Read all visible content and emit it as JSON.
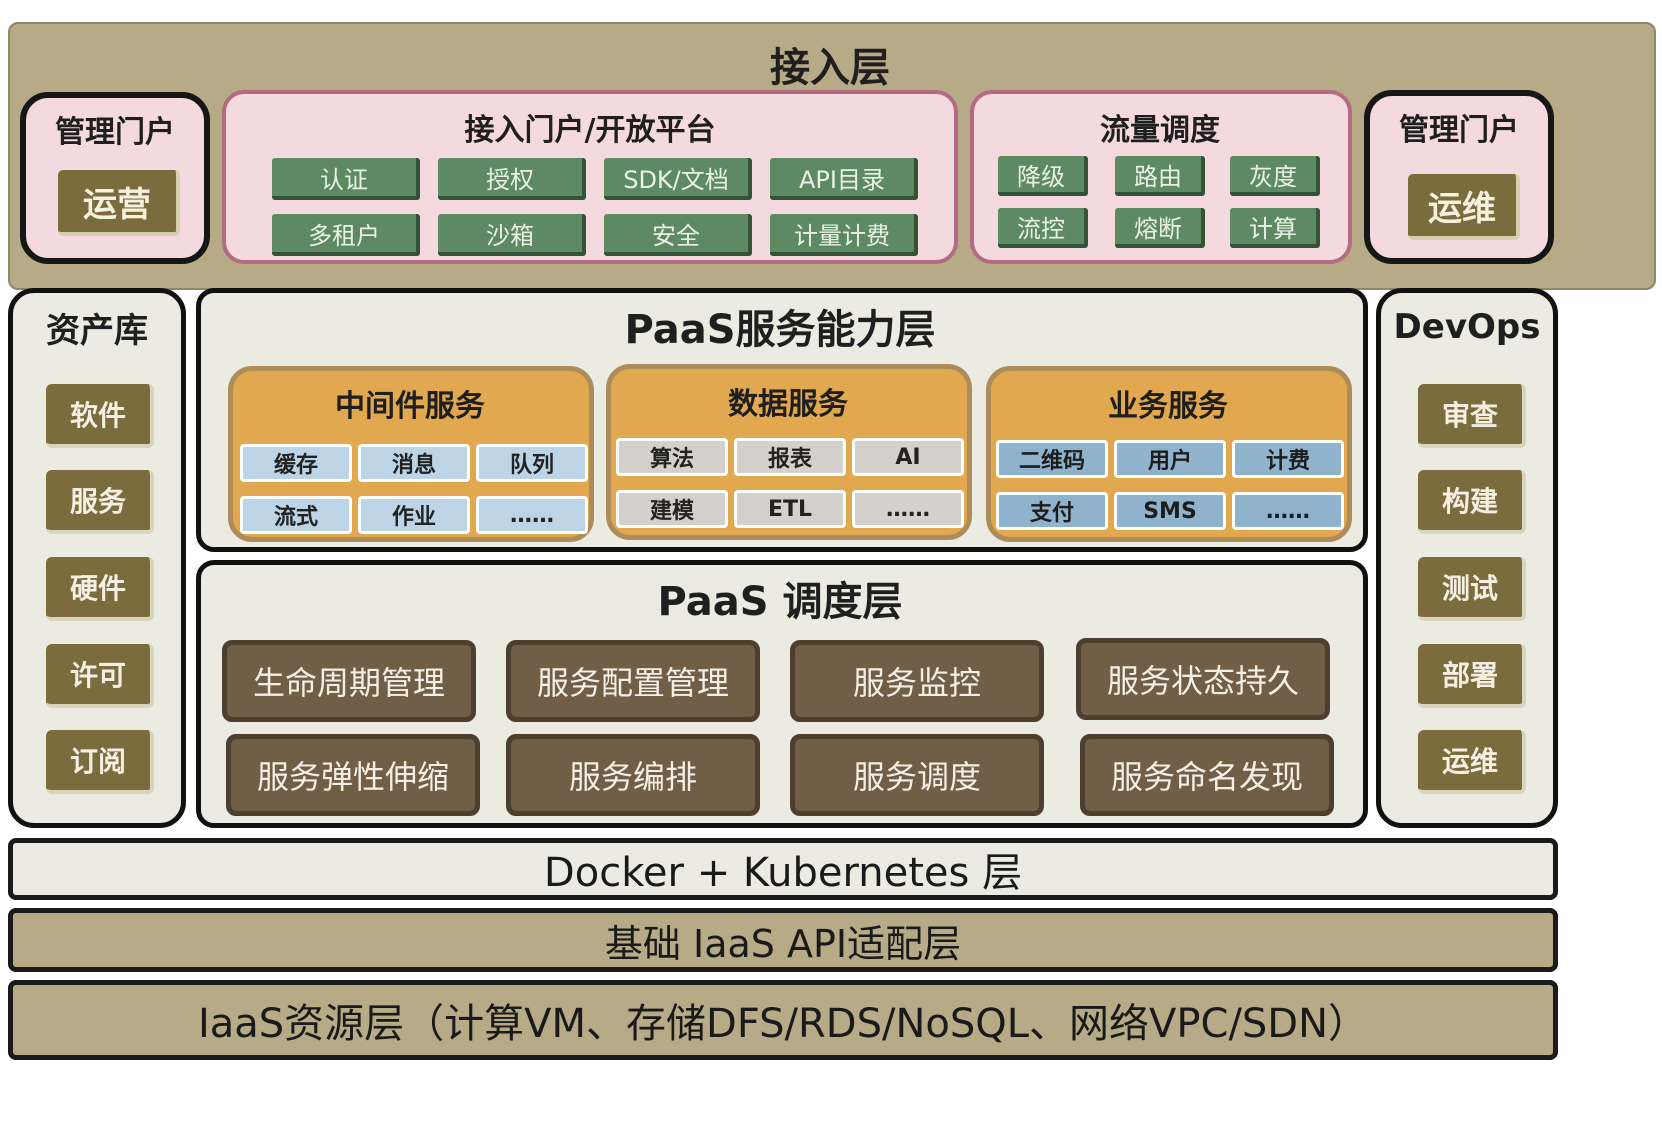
{
  "access_layer": {
    "title": "接入层",
    "left_portal": {
      "title": "管理门户",
      "button": "运营"
    },
    "right_portal": {
      "title": "管理门户",
      "button": "运维"
    },
    "open_platform": {
      "title": "接入门户/开放平台",
      "items": [
        "认证",
        "授权",
        "SDK/文档",
        "API目录",
        "多租户",
        "沙箱",
        "安全",
        "计量计费"
      ]
    },
    "traffic": {
      "title": "流量调度",
      "items": [
        "降级",
        "路由",
        "灰度",
        "流控",
        "熔断",
        "计算"
      ]
    }
  },
  "asset_library": {
    "title": "资产库",
    "items": [
      "软件",
      "服务",
      "硬件",
      "许可",
      "订阅"
    ]
  },
  "devops": {
    "title": "DevOps",
    "items": [
      "审查",
      "构建",
      "测试",
      "部署",
      "运维"
    ]
  },
  "paas_capability": {
    "title": "PaaS服务能力层",
    "middleware": {
      "title": "中间件服务",
      "items": [
        "缓存",
        "消息",
        "队列",
        "流式",
        "作业",
        "……"
      ]
    },
    "data": {
      "title": "数据服务",
      "items": [
        "算法",
        "报表",
        "AI",
        "建模",
        "ETL",
        "……"
      ]
    },
    "business": {
      "title": "业务服务",
      "items": [
        "二维码",
        "用户",
        "计费",
        "支付",
        "SMS",
        "……"
      ]
    }
  },
  "paas_scheduling": {
    "title": "PaaS 调度层",
    "items": [
      "生命周期管理",
      "服务配置管理",
      "服务监控",
      "服务状态持久",
      "服务弹性伸缩",
      "服务编排",
      "服务调度",
      "服务命名发现"
    ]
  },
  "docker_layer": {
    "title": "Docker + Kubernetes 层"
  },
  "iaas_api_layer": {
    "title": "基础 IaaS API适配层"
  },
  "iaas_resource_layer": {
    "title": "IaaS资源层（计算VM、存储DFS/RDS/NoSQL、网络VPC/SDN）"
  }
}
